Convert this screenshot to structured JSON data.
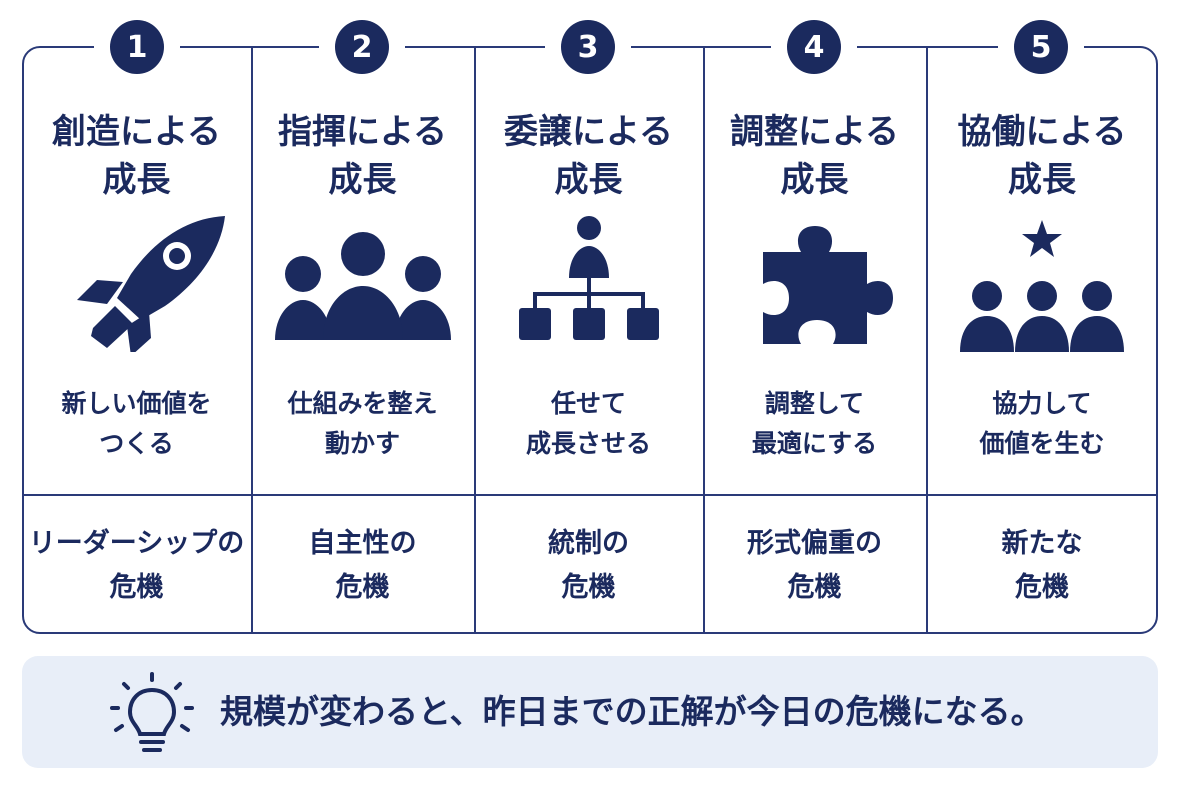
{
  "stages": [
    {
      "number": "1",
      "title": "創造による\n成長",
      "icon": "rocket-icon",
      "description": "新しい価値を\nつくる",
      "crisis": "リーダーシップの\n危機"
    },
    {
      "number": "2",
      "title": "指揮による\n成長",
      "icon": "group-icon",
      "description": "仕組みを整え\n動かす",
      "crisis": "自主性の\n危機"
    },
    {
      "number": "3",
      "title": "委譲による\n成長",
      "icon": "org-chart-icon",
      "description": "任せて\n成長させる",
      "crisis": "統制の\n危機"
    },
    {
      "number": "4",
      "title": "調整による\n成長",
      "icon": "puzzle-piece-icon",
      "description": "調整して\n最適にする",
      "crisis": "形式偏重の\n危機"
    },
    {
      "number": "5",
      "title": "協働による\n成長",
      "icon": "team-star-icon",
      "description": "協力して\n価値を生む",
      "crisis": "新たな\n危機"
    }
  ],
  "banner": {
    "icon": "lightbulb-icon",
    "text": "規模が変わると、昨日までの正解が今日の危機になる。"
  },
  "colors": {
    "navy": "#1b2a5e",
    "border": "#2a3a78",
    "banner_bg": "#e8eef8"
  }
}
